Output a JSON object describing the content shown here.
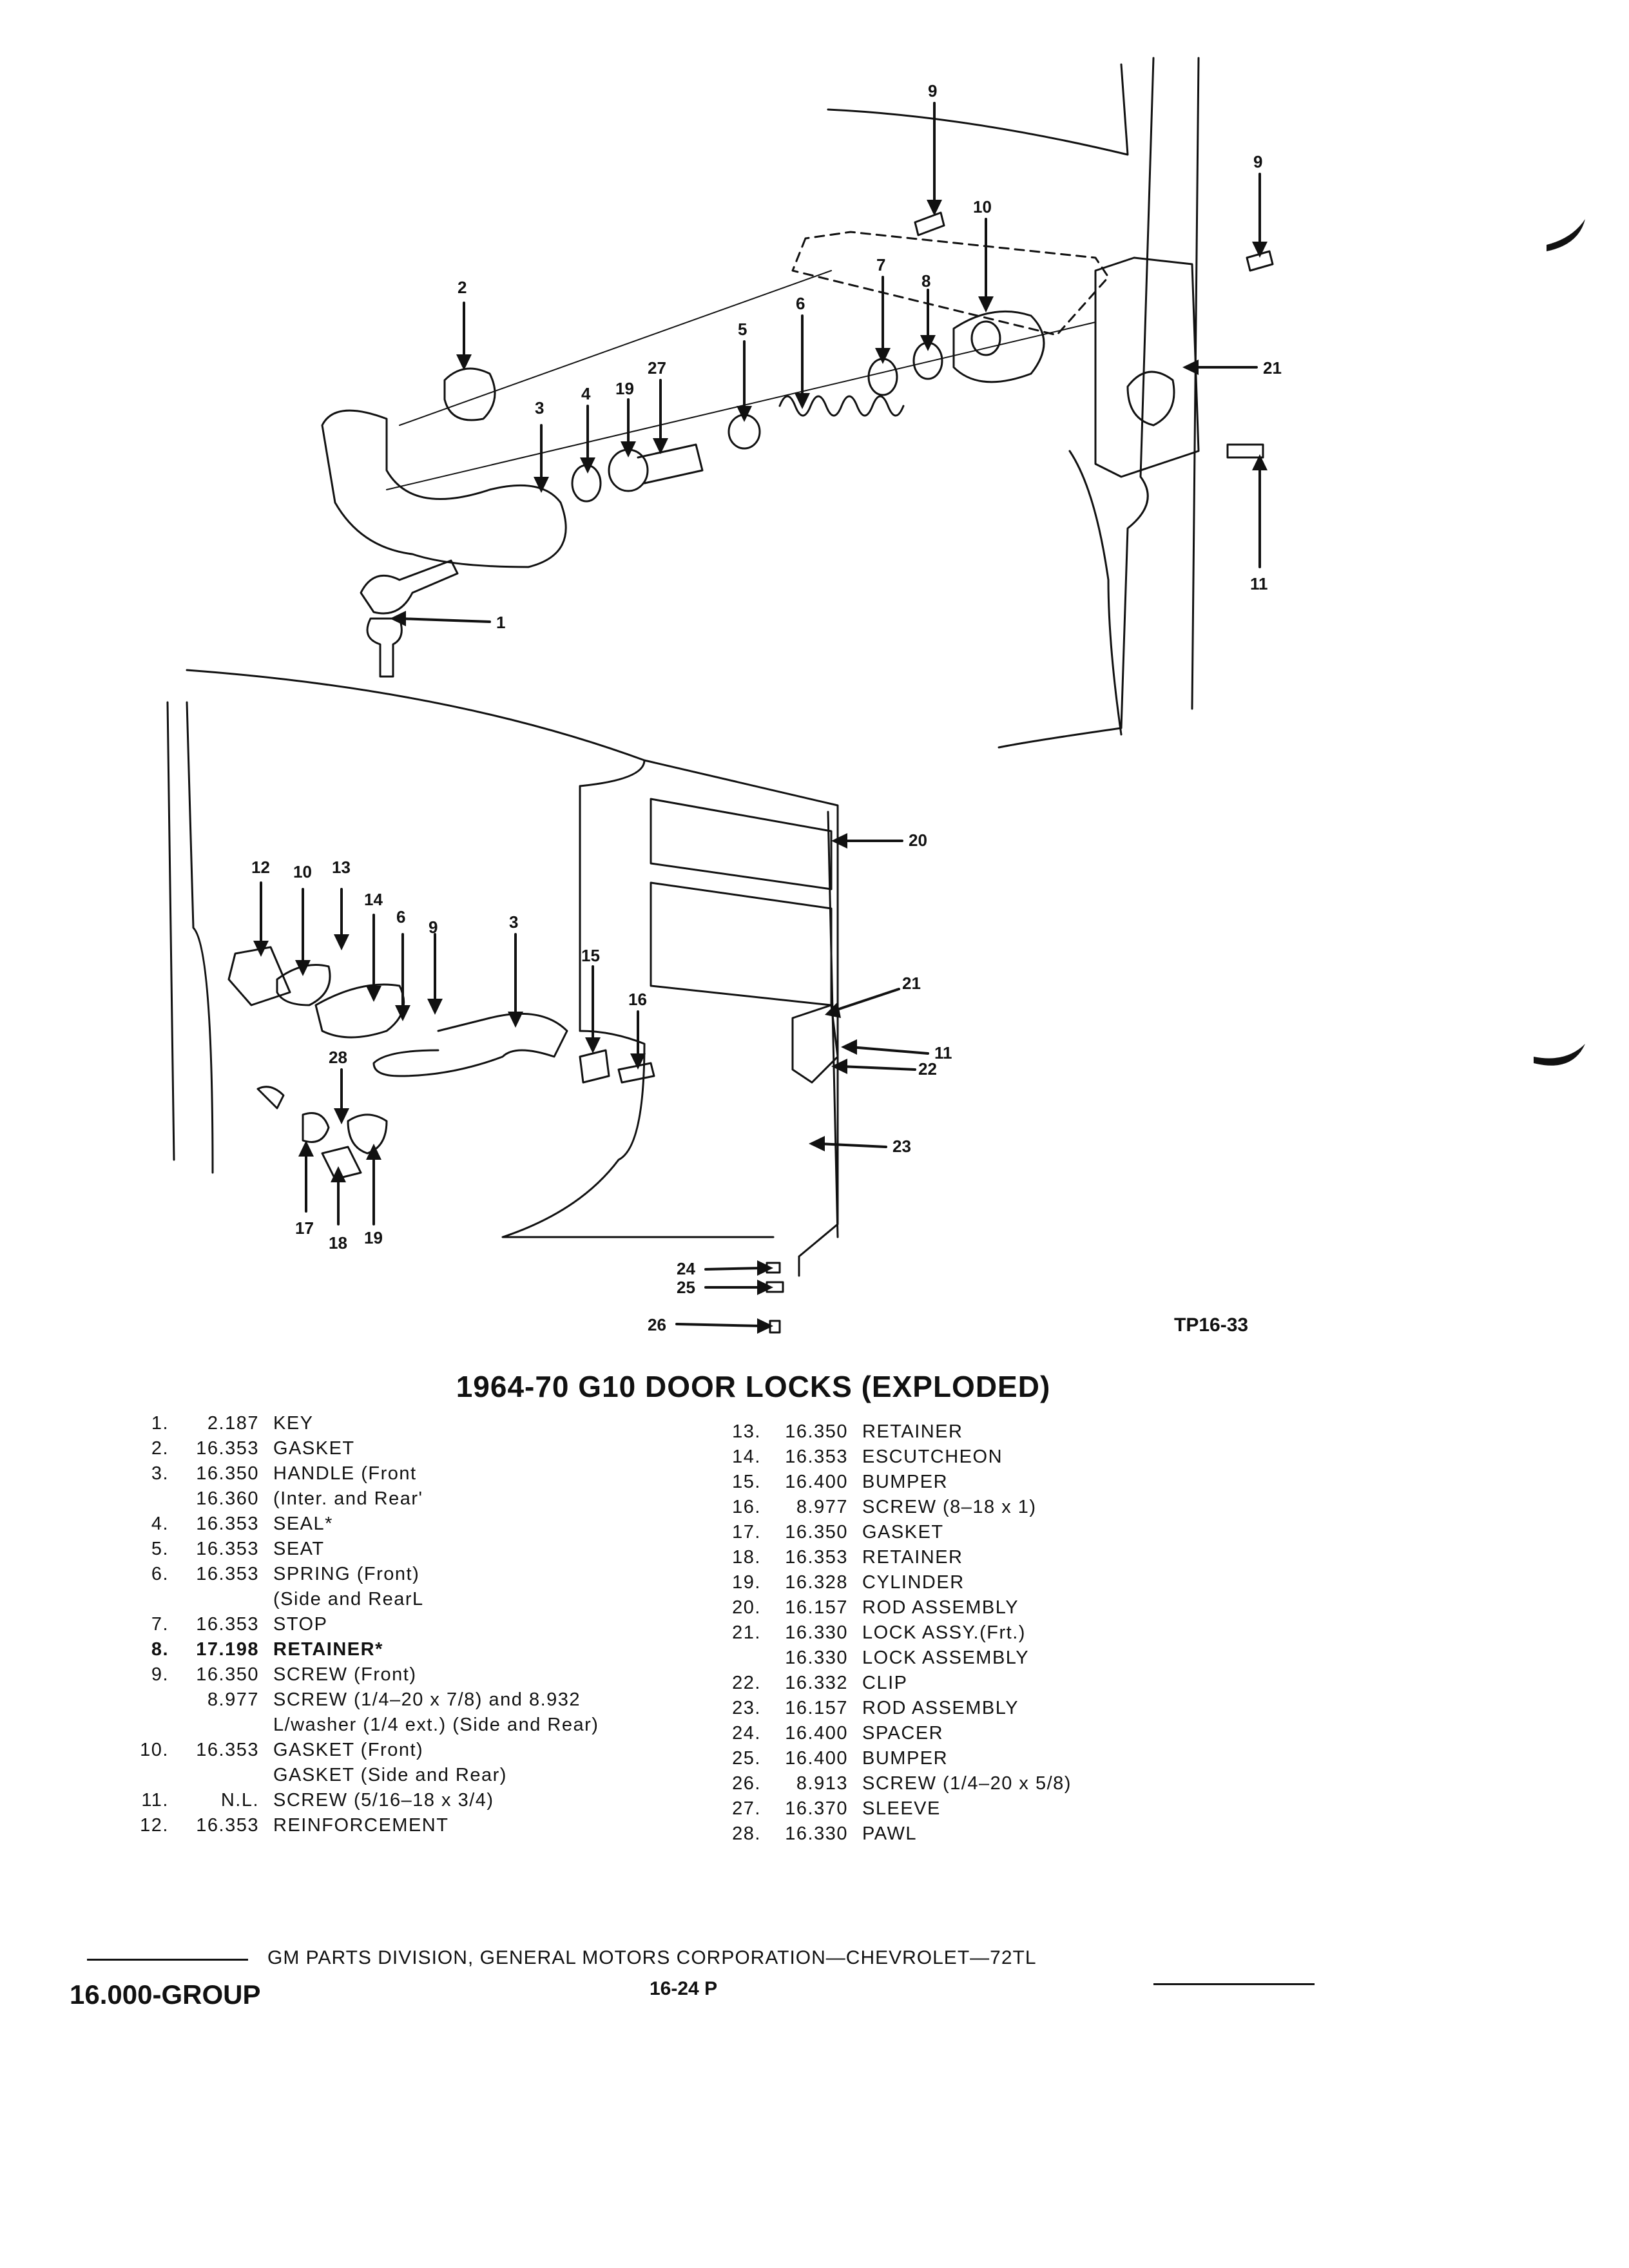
{
  "figure": {
    "code": "TP16-33",
    "title": "1964-70 G10 DOOR LOCKS (EXPLODED)",
    "callouts": {
      "c9a": "9",
      "c9b": "9",
      "c10": "10",
      "c2": "2",
      "c7": "7",
      "c8": "8",
      "c6": "6",
      "c5": "5",
      "c27": "27",
      "c19": "19",
      "c4": "4",
      "c3": "3",
      "c21": "21",
      "c11": "11",
      "c1": "1",
      "c12": "12",
      "c10b": "10",
      "c13": "13",
      "c14": "14",
      "c6b": "6",
      "c9c": "9",
      "c3b": "3",
      "c15": "15",
      "c16": "16",
      "c20": "20",
      "c21b": "21",
      "c11b": "11",
      "c22": "22",
      "c28": "28",
      "c23": "23",
      "c17": "17",
      "c18": "18",
      "c19b": "19",
      "c24": "24",
      "c25": "25",
      "c26": "26"
    }
  },
  "parts_left": [
    {
      "num": "1.",
      "code": "2.187",
      "desc": "KEY"
    },
    {
      "num": "2.",
      "code": "16.353",
      "desc": "GASKET"
    },
    {
      "num": "3.",
      "code": "16.350",
      "desc": "HANDLE (Front"
    },
    {
      "num": "",
      "code": "16.360",
      "desc": "(Inter. and Rear'"
    },
    {
      "num": "4.",
      "code": "16.353",
      "desc": "SEAL*"
    },
    {
      "num": "5.",
      "code": "16.353",
      "desc": "SEAT"
    },
    {
      "num": "6.",
      "code": "16.353",
      "desc": "SPRING (Front)"
    },
    {
      "num": "",
      "code": "",
      "desc": "(Side and RearL"
    },
    {
      "num": "7.",
      "code": "16.353",
      "desc": "STOP"
    },
    {
      "num": "8.",
      "code": "17.198",
      "desc": "RETAINER*",
      "bold": true
    },
    {
      "num": "9.",
      "code": "16.350",
      "desc": "SCREW (Front)"
    },
    {
      "num": "",
      "code": "8.977",
      "desc": "SCREW (1/4–20 x 7/8) and 8.932"
    },
    {
      "num": "",
      "code": "",
      "desc": "L/washer (1/4 ext.) (Side and Rear)"
    },
    {
      "num": "10.",
      "code": "16.353",
      "desc": "GASKET (Front)"
    },
    {
      "num": "",
      "code": "",
      "desc": "GASKET (Side and Rear)"
    },
    {
      "num": "11.",
      "code": "N.L.",
      "desc": "SCREW (5/16–18 x 3/4)"
    },
    {
      "num": "12.",
      "code": "16.353",
      "desc": "REINFORCEMENT"
    }
  ],
  "parts_right": [
    {
      "num": "13.",
      "code": "16.350",
      "desc": "RETAINER"
    },
    {
      "num": "14.",
      "code": "16.353",
      "desc": "ESCUTCHEON"
    },
    {
      "num": "15.",
      "code": "16.400",
      "desc": "BUMPER"
    },
    {
      "num": "16.",
      "code": "8.977",
      "desc": "SCREW (8–18 x 1)"
    },
    {
      "num": "17.",
      "code": "16.350",
      "desc": "GASKET"
    },
    {
      "num": "18.",
      "code": "16.353",
      "desc": "RETAINER"
    },
    {
      "num": "19.",
      "code": "16.328",
      "desc": "CYLINDER"
    },
    {
      "num": "20.",
      "code": "16.157",
      "desc": "ROD ASSEMBLY"
    },
    {
      "num": "21.",
      "code": "16.330",
      "desc": "LOCK ASSY.(Frt.)"
    },
    {
      "num": "",
      "code": "16.330",
      "desc": "LOCK ASSEMBLY"
    },
    {
      "num": "22.",
      "code": "16.332",
      "desc": "CLIP"
    },
    {
      "num": "23.",
      "code": "16.157",
      "desc": "ROD ASSEMBLY"
    },
    {
      "num": "24.",
      "code": "16.400",
      "desc": "SPACER"
    },
    {
      "num": "25.",
      "code": "16.400",
      "desc": "BUMPER"
    },
    {
      "num": "26.",
      "code": "8.913",
      "desc": "SCREW (1/4–20 x 5/8)"
    },
    {
      "num": "27.",
      "code": "16.370",
      "desc": "SLEEVE"
    },
    {
      "num": "28.",
      "code": "16.330",
      "desc": "PAWL"
    }
  ],
  "footer": {
    "group": "16.000-GROUP",
    "corporation": "GM PARTS DIVISION, GENERAL MOTORS CORPORATION—CHEVROLET—72TL",
    "page": "16-24 P"
  }
}
